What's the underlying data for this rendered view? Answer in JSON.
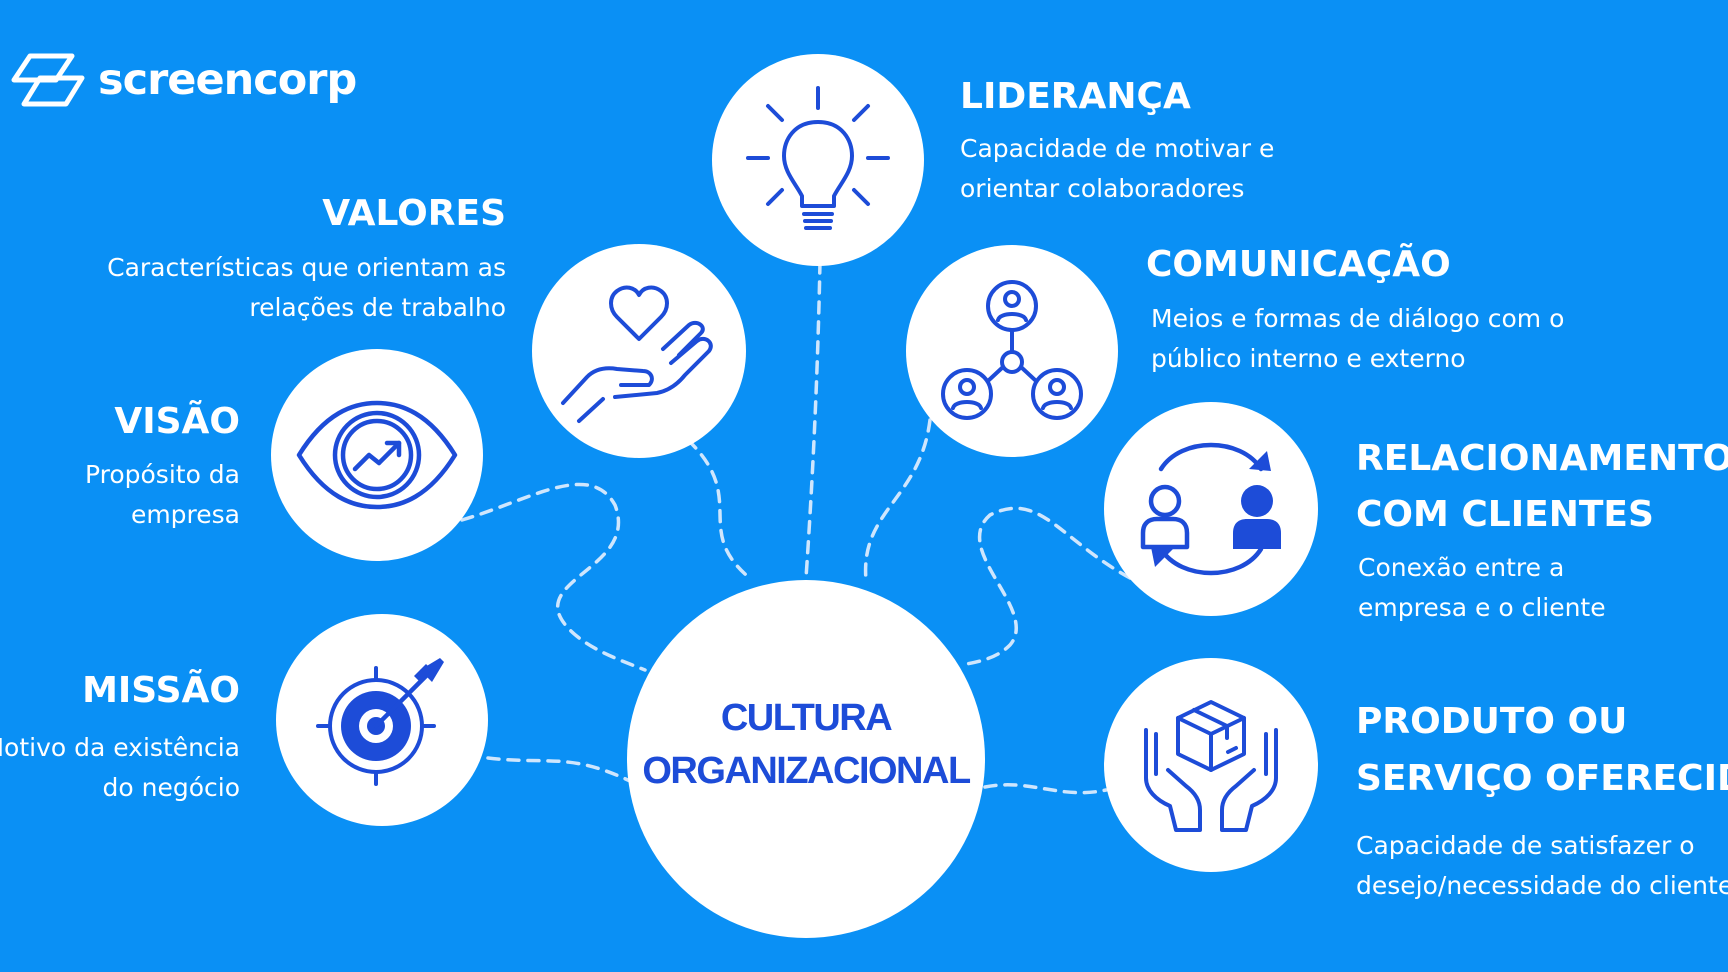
{
  "brand": {
    "name": "screencorp"
  },
  "colors": {
    "background": "#0a90f5",
    "icon_stroke": "#1d4cd8",
    "circle": "#ffffff",
    "connector": "#cfe6fd"
  },
  "center": {
    "line1": "CULTURA",
    "line2": "ORGANIZACIONAL"
  },
  "nodes": {
    "lideranca": {
      "icon": "lightbulb-icon",
      "title": "LIDERANÇA",
      "desc_line1": "Capacidade de motivar e",
      "desc_line2": "orientar colaboradores"
    },
    "valores": {
      "icon": "heart-in-hand-icon",
      "title": "VALORES",
      "desc_line1": "Características que orientam as",
      "desc_line2": "relações de trabalho"
    },
    "comunicacao": {
      "icon": "people-network-icon",
      "title": "COMUNICAÇÃO",
      "desc_line1": "Meios e formas de diálogo com o",
      "desc_line2": "público interno e externo"
    },
    "visao": {
      "icon": "eye-trend-icon",
      "title": "VISÃO",
      "desc_line1": "Propósito da",
      "desc_line2": "empresa"
    },
    "relacionamento": {
      "icon": "people-exchange-icon",
      "title_line1": "RELACIONAMENTO",
      "title_line2": "COM CLIENTES",
      "desc_line1": "Conexão entre a",
      "desc_line2": "empresa e o cliente"
    },
    "missao": {
      "icon": "target-arrow-icon",
      "title": "MISSÃO",
      "desc_line1": "Motivo da existência",
      "desc_line2": "do negócio"
    },
    "produto": {
      "icon": "box-in-hands-icon",
      "title_line1": "PRODUTO OU",
      "title_line2": "SERVIÇO OFERECIDO",
      "desc_line1": "Capacidade de satisfazer o",
      "desc_line2": "desejo/necessidade do cliente"
    }
  }
}
